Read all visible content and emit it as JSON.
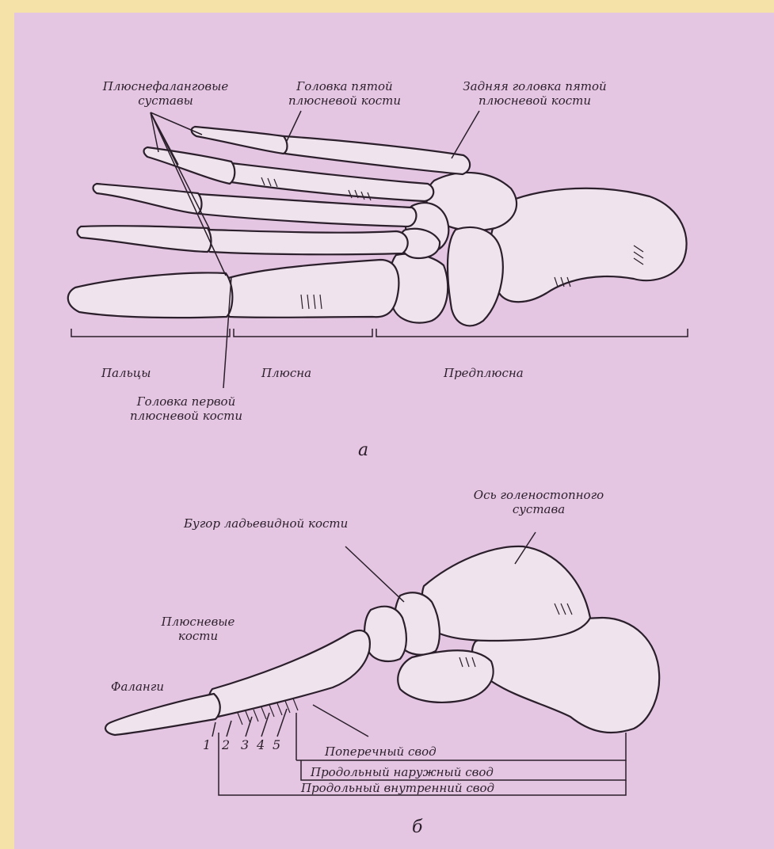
{
  "figure_a": {
    "caption": "а",
    "labels": {
      "mtp_joints": [
        "Плюснефаланговые",
        "суставы"
      ],
      "head_fifth_metatarsal": [
        "Головка пятой",
        "плюсневой кости"
      ],
      "post_head_fifth": [
        "Задняя головка пятой",
        "плюсневой кости"
      ],
      "toes": "Пальцы",
      "metatarsus": "Плюсна",
      "tarsus": "Предплюсна",
      "head_first_metatarsal": [
        "Головка первой",
        "плюсневой кости"
      ]
    }
  },
  "figure_b": {
    "caption": "б",
    "labels": {
      "ankle_axis": [
        "Ось голеностопного",
        "сустава"
      ],
      "navicular_tubercle": "Бугор ладьевидной кости",
      "metatarsal_bones": [
        "Плюсневые",
        "кости"
      ],
      "phalanges": "Фаланги",
      "numbers": [
        "1",
        "2",
        "3",
        "4",
        "5"
      ],
      "transverse_arch": "Поперечный свод",
      "longitudinal_outer_arch": "Продольный наружный свод",
      "longitudinal_inner_arch": "Продольный внутренний свод"
    }
  }
}
